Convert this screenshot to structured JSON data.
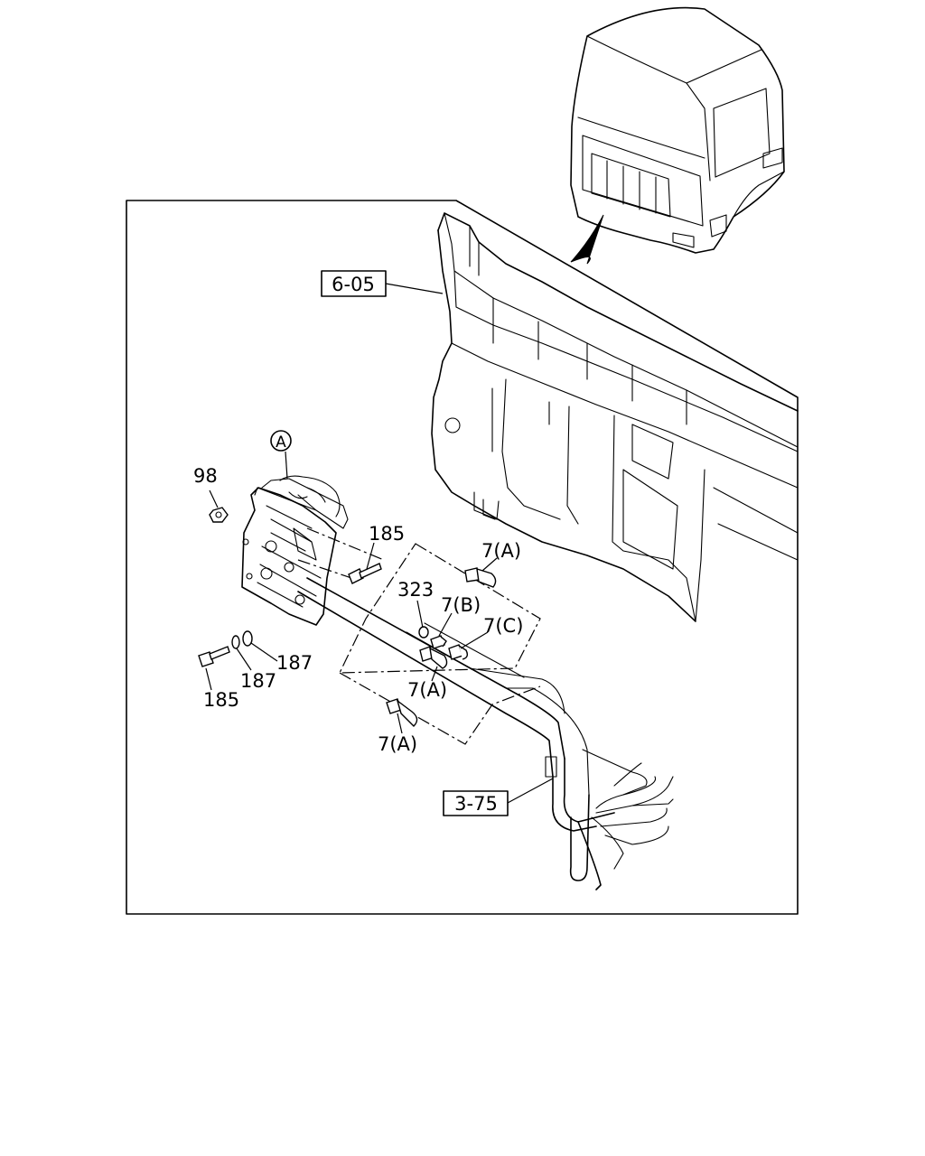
{
  "diagram": {
    "frame_ref": "6-05",
    "pipe_ref": "3-75",
    "detail_marker": "A",
    "callouts": {
      "nut": "98",
      "bolt_upper": "185",
      "bolt_lower": "185",
      "washer_a": "187",
      "washer_b": "187",
      "seal": "323",
      "fitting_top": "7(A)",
      "fitting_b": "7(B)",
      "fitting_c": "7(C)",
      "fitting_mid": "7(A)",
      "fitting_low": "7(A)"
    }
  }
}
